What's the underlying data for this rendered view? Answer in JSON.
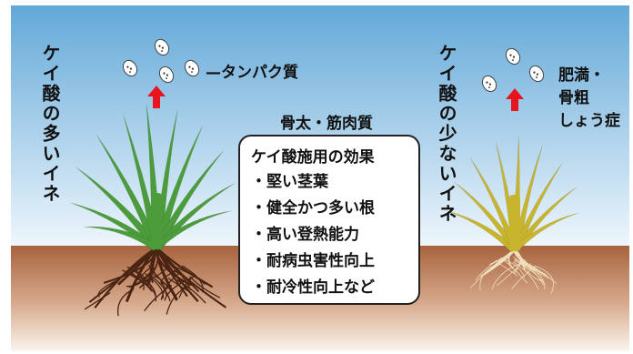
{
  "labels": {
    "left_plant": "ケイ酸の多いイネ",
    "right_plant": "ケイ酸の少ないイネ",
    "protein": "—タンパク質",
    "bone_muscle": "骨太・筋肉質",
    "obesity_line1": "肥満・",
    "obesity_line2": "骨粗",
    "obesity_line3": "しょう症"
  },
  "effects": {
    "title": "ケイ酸施用の効果",
    "items": [
      "・堅い茎葉",
      "・健全かつ多い根",
      "・高い登熱能力",
      "・耐病虫害性向上",
      "・耐冷性向上など"
    ]
  },
  "colors": {
    "sky_top": "#62a8d8",
    "sky_bottom": "#eef6fc",
    "soil_top": "#a8633e",
    "soil_bottom": "#fbf4ee",
    "arrow": "#e8141e",
    "healthy_leaf": "#4c9c3c",
    "weak_leaf": "#c9b42e",
    "root_dark": "#4a2412",
    "root_light": "#f1dfbd"
  },
  "icons": {
    "grain": "rice-grain-icon",
    "arrow": "up-arrow-icon"
  }
}
